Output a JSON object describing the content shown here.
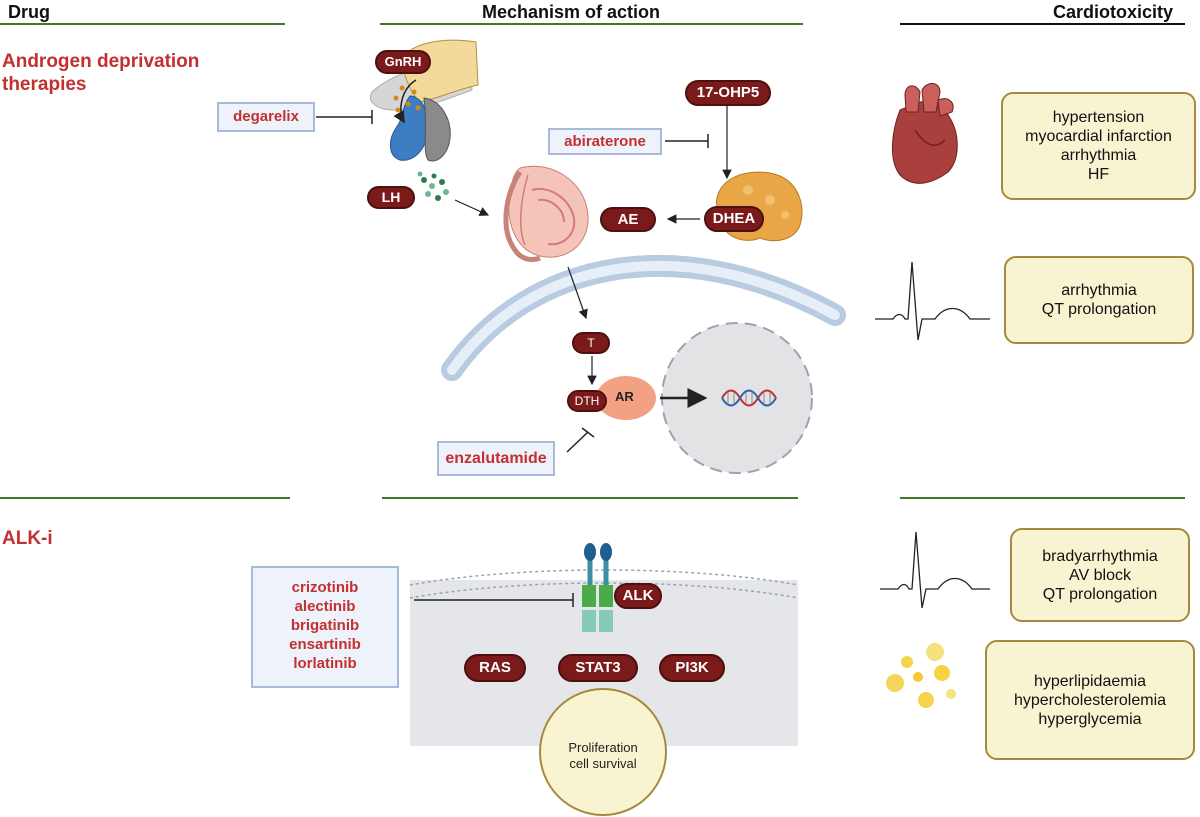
{
  "headers": {
    "drug": "Drug",
    "mechanism": "Mechanism of action",
    "cardiotoxicity": "Cardiotoxicity"
  },
  "sections": {
    "adt": {
      "title_line1": "Androgen deprivation",
      "title_line2": "therapies",
      "drugs": {
        "degarelix": "degarelix",
        "abiraterone": "abiraterone",
        "enzalutamide": "enzalutamide"
      },
      "molecules": {
        "gnrh": "GnRH",
        "lh": "LH",
        "ohp": "17-OHP5",
        "dhea": "DHEA",
        "ae": "AE",
        "t": "T",
        "dth": "DTH",
        "ar": "AR"
      },
      "toxicity_1": [
        "hypertension",
        "myocardial infarction",
        "arrhythmia",
        "HF"
      ],
      "toxicity_2": [
        "arrhythmia",
        "QT prolongation"
      ]
    },
    "alk": {
      "title": "ALK-i",
      "drugs": [
        "crizotinib",
        "alectinib",
        "brigatinib",
        "ensartinib",
        "lorlatinib"
      ],
      "molecules": {
        "alk": "ALK",
        "ras": "RAS",
        "stat3": "STAT3",
        "pi3k": "PI3K"
      },
      "outcome_line1": "Proliferation",
      "outcome_line2": "cell survival",
      "toxicity_1": [
        "bradyarrhythmia",
        "AV block",
        "QT prolongation"
      ],
      "toxicity_2": [
        "hyperlipidaemia",
        "hypercholesterolemia",
        "hyperglycemia"
      ]
    }
  },
  "icons": [
    "heart-icon",
    "ecg-trace-icon",
    "lipid-droplets-icon",
    "dna-icon",
    "testis-icon",
    "adrenal-gland-icon",
    "pituitary-icon"
  ],
  "colors": {
    "accent_red": "#c2302f",
    "pill_fill": "#7b1a1a",
    "divider_green": "#3f7a2b",
    "toxbox_fill": "#f8f4d2",
    "drugbox_fill": "#eef3fb"
  }
}
